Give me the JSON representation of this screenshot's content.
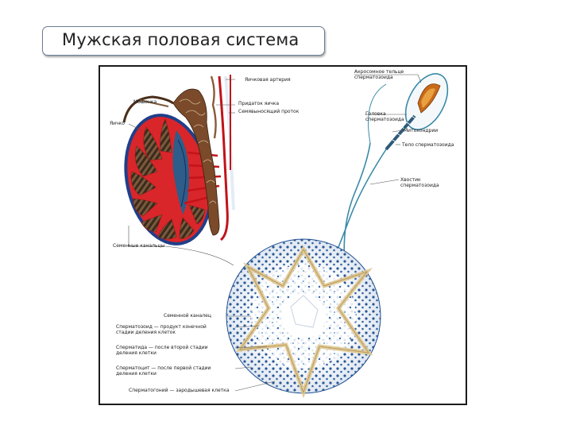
{
  "slide": {
    "title": "Мужская половая система"
  },
  "figure": {
    "labels": {
      "scrotum": "Мошонка",
      "testis": "Яичко",
      "testicular_artery": "Яичковая артерия",
      "epididymis": "Придаток яичка",
      "vas_deferens": "Семявыносящий проток",
      "acrosome": "Акросомное тельце сперматозоида",
      "sperm_head": "Головка сперматозоида",
      "mitochondria": "Митохондрии",
      "sperm_body": "Тело сперматозоида",
      "sperm_tail": "Хвостик сперматозоида",
      "seminiferous_tubules": "Семенные канальцы",
      "seminiferous_tubule": "Семенной каналец",
      "spermatozoon_line1": "Сперматозоид — продукт конечной",
      "spermatozoon_line2": "стадии деления клеток",
      "spermatid_line1": "Сперматида — после второй стадии",
      "spermatid_line2": "деления клетки",
      "spermatocyte_line1": "Сперматоцит — после первой стадии",
      "spermatocyte_line2": "деления клетки",
      "spermatogonium": "Сперматогоний — зародышевая клетка"
    }
  },
  "colors": {
    "frame_border": "#6b7f95",
    "tissue_red": "#d8262a",
    "tissue_brown": "#7a4a2a",
    "cell_blue": "#1f4f8f",
    "sperm_outline": "#3a8aa8",
    "sertoli_cream": "#e8d6a8"
  }
}
